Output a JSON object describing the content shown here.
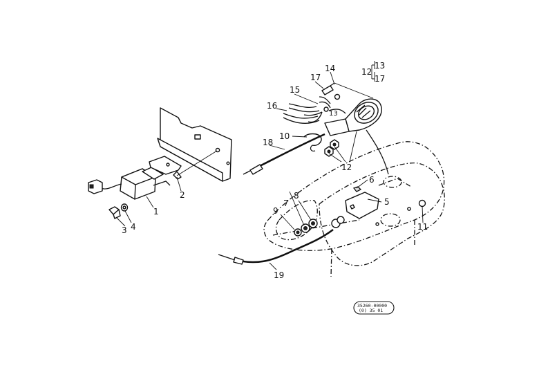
{
  "callouts": [
    {
      "id": "c1",
      "label": "1"
    },
    {
      "id": "c2",
      "label": "2"
    },
    {
      "id": "c3",
      "label": "3"
    },
    {
      "id": "c4",
      "label": "4"
    },
    {
      "id": "c5",
      "label": "5"
    },
    {
      "id": "c6",
      "label": "6"
    },
    {
      "id": "c7",
      "label": "7"
    },
    {
      "id": "c8",
      "label": "8"
    },
    {
      "id": "c9",
      "label": "9"
    },
    {
      "id": "c10",
      "label": "10"
    },
    {
      "id": "c11",
      "label": "11"
    },
    {
      "id": "c12",
      "label": "12"
    },
    {
      "id": "c14",
      "label": "14"
    },
    {
      "id": "c15",
      "label": "15"
    },
    {
      "id": "c16",
      "label": "16"
    },
    {
      "id": "c17",
      "label": "17"
    },
    {
      "id": "c18",
      "label": "18"
    },
    {
      "id": "c19",
      "label": "19"
    }
  ],
  "group_note": {
    "parent": "12",
    "children": [
      "13",
      "17"
    ]
  },
  "inline_labels": {
    "label_13": "13"
  },
  "ref_box": {
    "line1": "35260-00000",
    "line2": "(0)  35  01"
  }
}
